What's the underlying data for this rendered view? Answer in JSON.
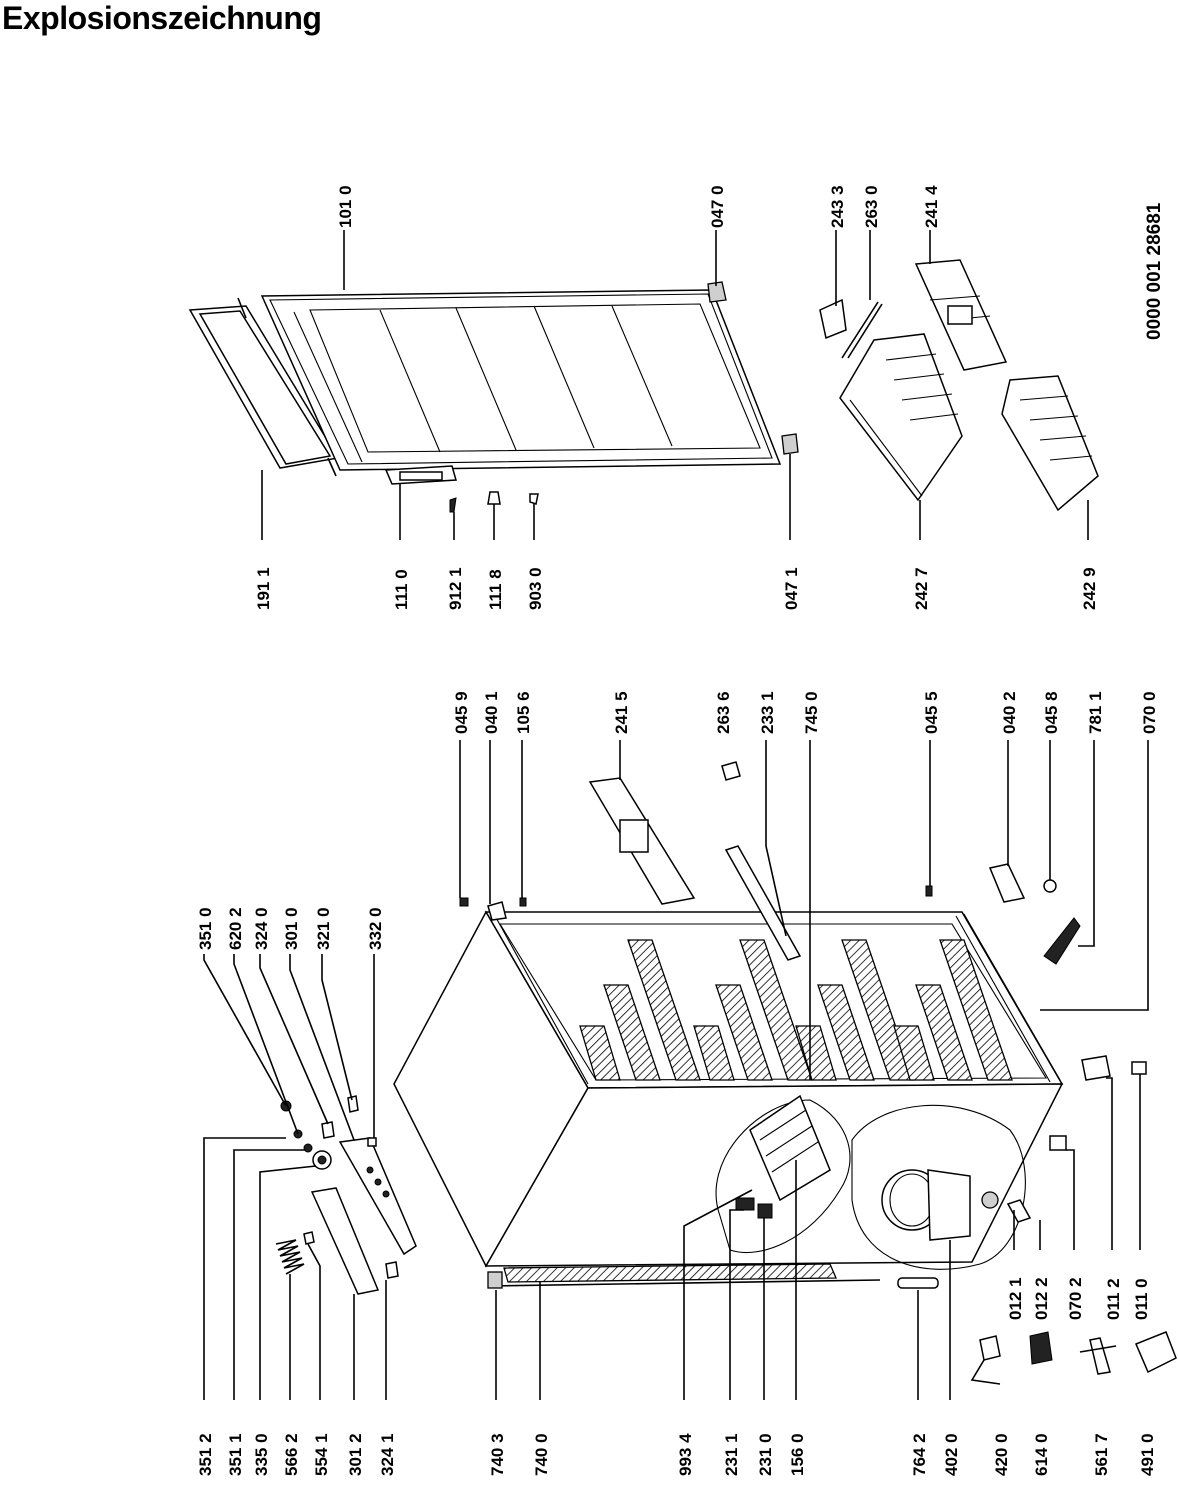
{
  "title": "Explosionszeichnung",
  "drawing_number": "0000 001 28681",
  "labels": {
    "l1010": "101 0",
    "l0470": "047 0",
    "l2433": "243 3",
    "l2630": "263 0",
    "l2414": "241 4",
    "l1911": "191 1",
    "l1110": "111 0",
    "l9121": "912 1",
    "l1118": "111 8",
    "l9030": "903 0",
    "l0471": "047 1",
    "l2427": "242 7",
    "l2429": "242 9",
    "l0459": "045 9",
    "l0401": "040 1",
    "l1056": "105 6",
    "l2415": "241 5",
    "l2636": "263 6",
    "l2331": "233 1",
    "l7450": "745 0",
    "l0455": "045 5",
    "l0402": "040 2",
    "l0458": "045 8",
    "l7811": "781 1",
    "l0700": "070 0",
    "l3510": "351 0",
    "l6202": "620 2",
    "l3240": "324 0",
    "l3010": "301 0",
    "l3210": "321 0",
    "l3320": "332 0",
    "l0121": "012 1",
    "l0122": "012 2",
    "l0702": "070 2",
    "l0112": "011 2",
    "l0110": "011 0",
    "l3512": "351 2",
    "l3511": "351 1",
    "l3350": "335 0",
    "l5662": "566 2",
    "l5541": "554 1",
    "l3012": "301 2",
    "l3241": "324 1",
    "l7403": "740 3",
    "l7400": "740 0",
    "l9934": "993 4",
    "l2311": "231 1",
    "l2310": "231 0",
    "l1560": "156 0",
    "l7642": "764 2",
    "l4020": "402 0",
    "l4200": "420 0",
    "l6140": "614 0",
    "l5617": "561 7",
    "l4910": "491 0"
  }
}
